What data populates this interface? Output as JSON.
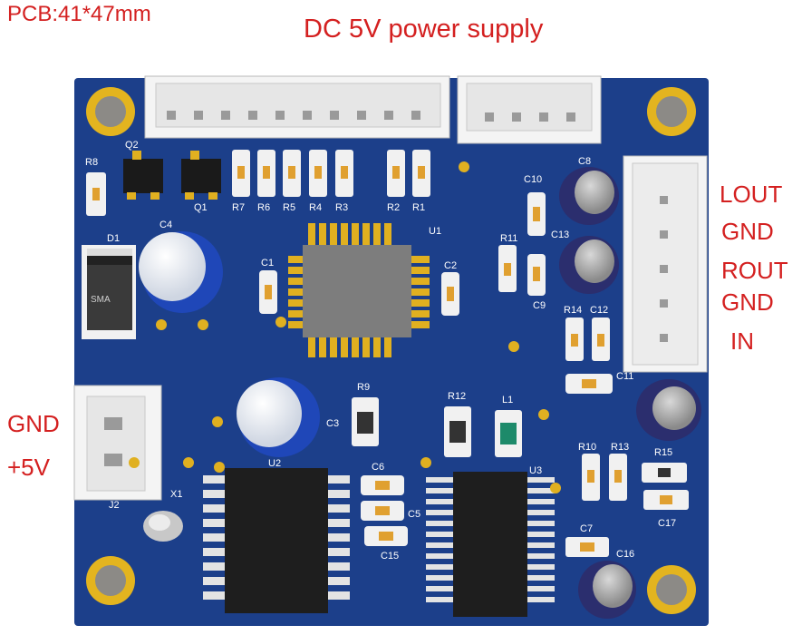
{
  "header": {
    "pcb_size": "PCB:41*47mm",
    "power": "DC 5V power supply"
  },
  "right_connector_labels": [
    "LOUT",
    "GND",
    "ROUT",
    "GND",
    "IN"
  ],
  "left_connector_labels": [
    "GND",
    "+5V"
  ],
  "silkscreen": {
    "R8": "R8",
    "Q2": "Q2",
    "Q1": "Q1",
    "D1": "D1",
    "C4": "C4",
    "SMA": "SMA",
    "R7": "R7",
    "R6": "R6",
    "R5": "R5",
    "R4": "R4",
    "R3": "R3",
    "R2": "R2",
    "R1": "R1",
    "U1": "U1",
    "C1": "C1",
    "C2": "C2",
    "C10": "C10",
    "C8": "C8",
    "R11": "R11",
    "C13": "C13",
    "C9": "C9",
    "R14": "R14",
    "C12": "C12",
    "C11": "C11",
    "R9": "R9",
    "C3": "C3",
    "R12": "R12",
    "L1": "L1",
    "U2": "U2",
    "U3": "U3",
    "C6": "C6",
    "C5": "C5",
    "C15": "C15",
    "R10": "R10",
    "R13": "R13",
    "R15": "R15",
    "C17": "C17",
    "C7": "C7",
    "C16": "C16",
    "J2": "J2",
    "X1": "X1"
  },
  "colors": {
    "board": "#1c3f8a",
    "silkscreen": "#ffffff",
    "gold": "#e0b020",
    "label": "#d42020"
  }
}
